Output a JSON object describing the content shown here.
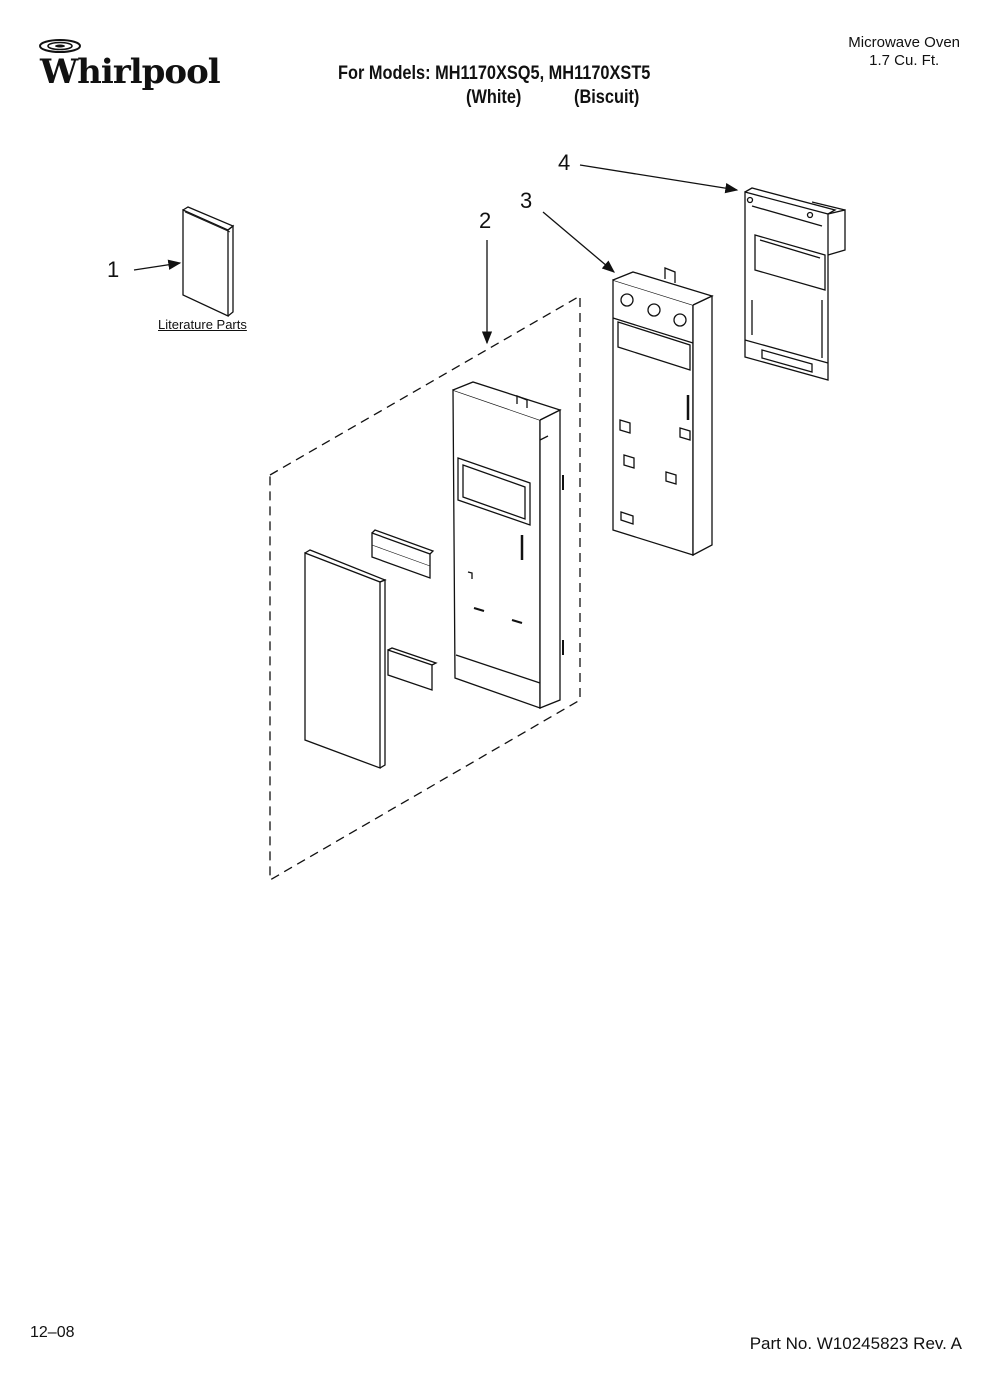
{
  "header": {
    "brand": "Whirlpool",
    "models_line": "For Models: MH1170XSQ5, MH1170XST5",
    "variant_white": "(White)",
    "variant_biscuit": "(Biscuit)",
    "product_type": "Microwave Oven",
    "capacity": "1.7 Cu. Ft."
  },
  "callouts": {
    "c1": "1",
    "c2": "2",
    "c3": "3",
    "c4": "4",
    "literature_label": "Literature Parts"
  },
  "footer": {
    "date": "12–08",
    "part_number": "Part No. W10245823 Rev. A"
  }
}
